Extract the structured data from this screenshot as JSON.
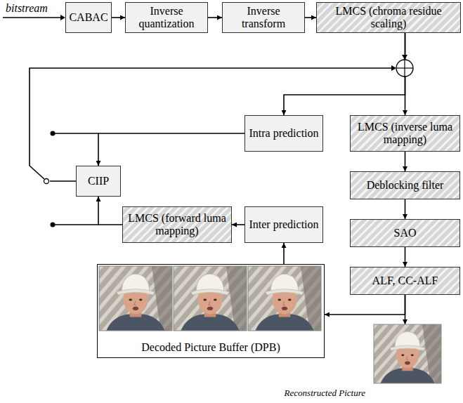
{
  "diagram": {
    "nodes": [
      {
        "text": [
          "CABAC"
        ]
      },
      {
        "text": [
          "Inverse quantization"
        ]
      },
      {
        "text": [
          "Inverse transform"
        ]
      },
      {
        "text": [
          "LMCS (chroma residue scaling)"
        ]
      },
      {
        "text": [
          "Intra prediction"
        ]
      },
      {
        "text": [
          "LMCS (inverse luma mapping)"
        ]
      },
      {
        "text": [
          "CIIP"
        ]
      },
      {
        "text": [
          "Deblocking filter"
        ]
      },
      {
        "text": [
          "LMCS (forward luma mapping)"
        ]
      },
      {
        "text": [
          "Inter prediction"
        ]
      },
      {
        "text": [
          "SAO"
        ]
      },
      {
        "text": [
          "Decoded Picture Buffer (DPB)"
        ]
      },
      {
        "text": [
          "ALF, CC-ALF"
        ]
      },
      {
        "text": [
          "Reconstructed Picture"
        ]
      }
    ],
    "edges": [
      {
        "from": 0,
        "to": 1,
        "arrow": "to"
      },
      {
        "from": 1,
        "to": 2,
        "arrow": "to"
      },
      {
        "from": 2,
        "to": 3,
        "arrow": "to"
      },
      {
        "from": 3,
        "to": 4,
        "arrow": "to"
      },
      {
        "from": 3,
        "to": 5,
        "arrow": "to"
      },
      {
        "from": 4,
        "to": 6,
        "arrow": "to"
      },
      {
        "from": 9,
        "to": 8,
        "arrow": "to"
      },
      {
        "from": 8,
        "to": 6,
        "arrow": "to"
      },
      {
        "from": 5,
        "to": 7,
        "arrow": "to"
      },
      {
        "from": 7,
        "to": 10,
        "arrow": "to"
      },
      {
        "from": 10,
        "to": 12,
        "arrow": "to"
      },
      {
        "from": 12,
        "to": 11,
        "arrow": "to"
      },
      {
        "from": 12,
        "to": 13,
        "arrow": "to"
      },
      {
        "from": 11,
        "to": 9,
        "arrow": "to"
      }
    ],
    "labels": [
      "bitstream"
    ]
  }
}
